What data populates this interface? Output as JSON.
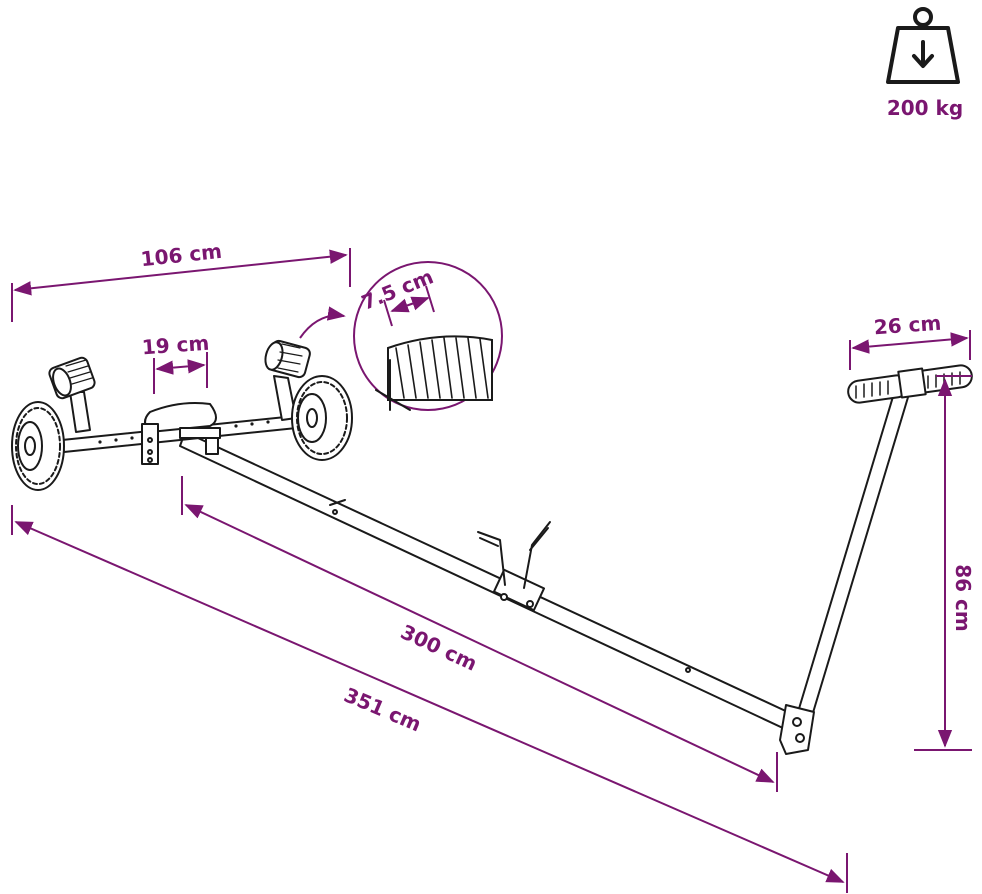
{
  "colors": {
    "accent": "#7a1670",
    "line": "#1a1a1a"
  },
  "weight_badge": {
    "icon": "weight-icon",
    "label": "200 kg"
  },
  "dimensions": {
    "frame_width": "106 cm",
    "roller_width": "7.5 cm",
    "roller_spacing": "19 cm",
    "handle_width": "26 cm",
    "handle_height": "86 cm",
    "drawbar_length": "300 cm",
    "total_length": "351 cm"
  }
}
